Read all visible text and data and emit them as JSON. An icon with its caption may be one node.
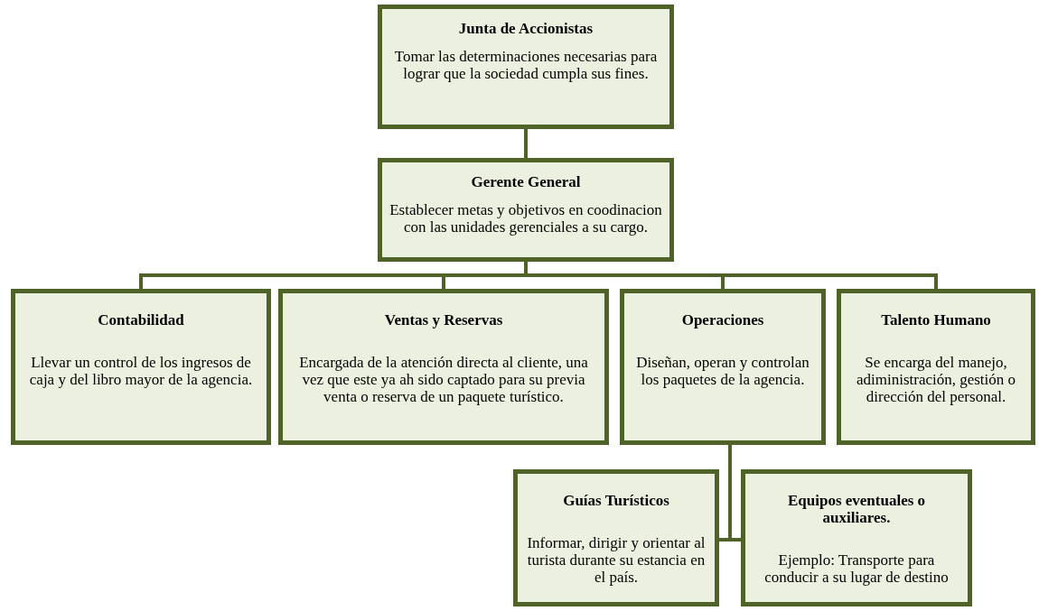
{
  "diagram": {
    "nodes": [
      {
        "text": [
          "Junta de Accionistas",
          "Tomar las determinaciones necesarias para lograr que la sociedad cumpla sus fines."
        ]
      },
      {
        "text": [
          "Gerente General",
          "Establecer metas y objetivos en coodinacion con las unidades gerenciales a su cargo."
        ]
      },
      {
        "text": [
          "Contabilidad",
          "Llevar un control de los ingresos de caja y del libro mayor de la agencia."
        ]
      },
      {
        "text": [
          "Ventas y Reservas",
          "Encargada de la atención directa al cliente, una vez que este ya ah sido captado para su previa venta o reserva de un paquete turístico."
        ]
      },
      {
        "text": [
          "Operaciones",
          "Diseñan, operan y controlan los paquetes de la agencia."
        ]
      },
      {
        "text": [
          "Talento Humano",
          "Se encarga del manejo, adiministración, gestión o dirección del personal."
        ]
      },
      {
        "text": [
          "Guías Turísticos",
          "Informar, dirigir y orientar al turista durante su estancia en el país."
        ]
      },
      {
        "text": [
          "Equipos eventuales o auxiliares.",
          "Ejemplo: Transporte para conducir a su lugar de destino"
        ]
      }
    ],
    "edges": [
      {
        "from": 0,
        "to": 1,
        "arrow": "none"
      },
      {
        "from": 1,
        "to": 2,
        "arrow": "none"
      },
      {
        "from": 1,
        "to": 3,
        "arrow": "none"
      },
      {
        "from": 1,
        "to": 4,
        "arrow": "none"
      },
      {
        "from": 1,
        "to": 5,
        "arrow": "none"
      },
      {
        "from": 4,
        "to": 6,
        "arrow": "none"
      },
      {
        "from": 4,
        "to": 7,
        "arrow": "none"
      }
    ]
  }
}
